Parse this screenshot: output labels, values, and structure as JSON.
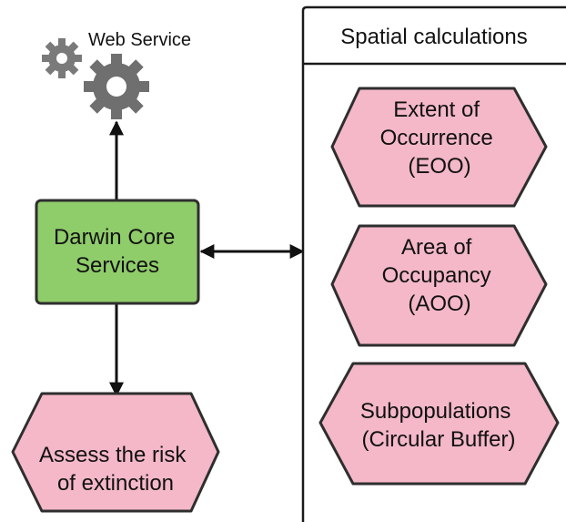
{
  "web_service": {
    "label": "Web Service",
    "icon": "gears-icon",
    "gear_color": "#777777"
  },
  "darwin_core": {
    "lines": [
      "Darwin Core",
      "Services"
    ],
    "fill": "#8fcc6a",
    "stroke": "#2e2e2e"
  },
  "assess": {
    "lines": [
      "Assess the risk",
      "of extinction"
    ],
    "fill": "#f4b8c8"
  },
  "panel": {
    "title": "Spatial calculations",
    "items": [
      {
        "lines": [
          "Extent of",
          "Occurrence",
          "(EOO)"
        ]
      },
      {
        "lines": [
          "Area of",
          "Occupancy",
          "(AOO)"
        ]
      },
      {
        "lines": [
          "Subpopulations",
          "(Circular Buffer)"
        ]
      }
    ],
    "hex_fill": "#f4b8c8",
    "hex_stroke": "#2e2e2e"
  },
  "arrow_color": "#111111"
}
